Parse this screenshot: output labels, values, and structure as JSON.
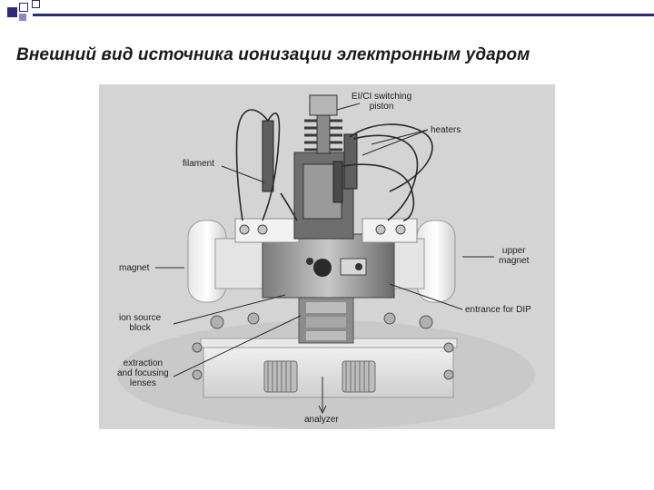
{
  "slide": {
    "title": "Внешний вид источника ионизации электронным ударом"
  },
  "colors": {
    "accent": "#2c2a7a",
    "photo_background": "#d6d6d6"
  },
  "figure": {
    "labels": {
      "piston": "EI/CI switching\npiston",
      "heaters": "heaters",
      "filament": "filament",
      "magnet": "magnet",
      "upper_magnet": "upper\nmagnet",
      "ion_source_block": "ion source\nblock",
      "entrance_dip": "entrance for DIP",
      "lenses": "extraction\nand focusing\nlenses",
      "analyzer": "analyzer"
    }
  }
}
